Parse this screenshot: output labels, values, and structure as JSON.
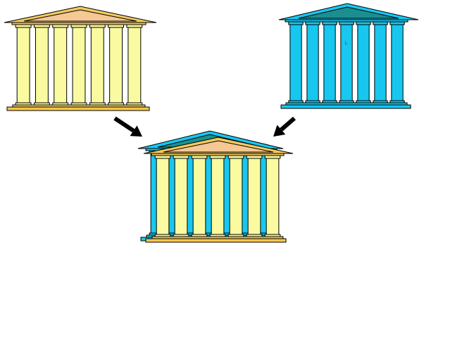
{
  "diagram": {
    "temple_yellow": {
      "columns": 7,
      "colors": {
        "pediment": "#f5c895",
        "roof": "#f1c95e",
        "column": "#fafaa0",
        "base": "#f5c64e",
        "stroke": "#000000"
      }
    },
    "temple_blue": {
      "columns": 7,
      "mark": "L",
      "colors": {
        "pediment": "#1b8f8f",
        "roof": "#17c7ef",
        "column": "#17c7ef",
        "base": "#17c7ef",
        "stroke": "#000000"
      }
    },
    "temple_merged": {
      "columns": 7,
      "description_colors": {
        "yellow": "#fafaa0",
        "blue": "#17c7ef"
      }
    },
    "arrows": [
      {
        "from": "temple_yellow",
        "to": "temple_merged",
        "color": "#000000"
      },
      {
        "from": "temple_blue",
        "to": "temple_merged",
        "color": "#000000"
      }
    ]
  }
}
